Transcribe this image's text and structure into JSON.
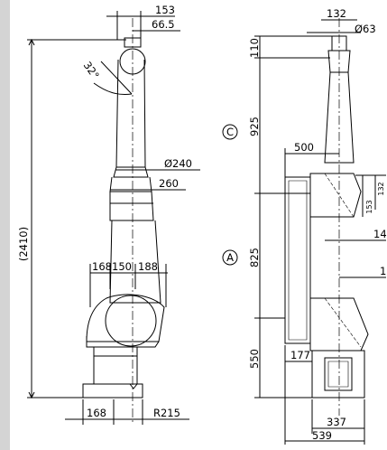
{
  "colors": {
    "line": "#000000",
    "background": "#ffffff",
    "left_bar": "#d4d4d4"
  },
  "left_view": {
    "dims": {
      "top_width": "153",
      "offset": "66.5",
      "angle": "32°",
      "total_height": "(2410)",
      "forearm_dia": "Ø240",
      "wrist_width": "260",
      "w1": "168",
      "w2": "150",
      "w3": "188",
      "base_left": "168",
      "base_radius": "R215"
    }
  },
  "right_view": {
    "dims": {
      "top_width": "132",
      "flange_dia": "Ø63",
      "top_height": "110",
      "forearm_length": "925",
      "reach": "500",
      "dim_153": "153",
      "dim_132": "132",
      "dim_14": "14",
      "upper_arm_length": "825",
      "base_height": "550",
      "dim_177": "177",
      "base_width": "337",
      "base_total": "539",
      "dim_1": "1"
    },
    "labels": {
      "circle_c": "C",
      "circle_a": "A"
    }
  }
}
